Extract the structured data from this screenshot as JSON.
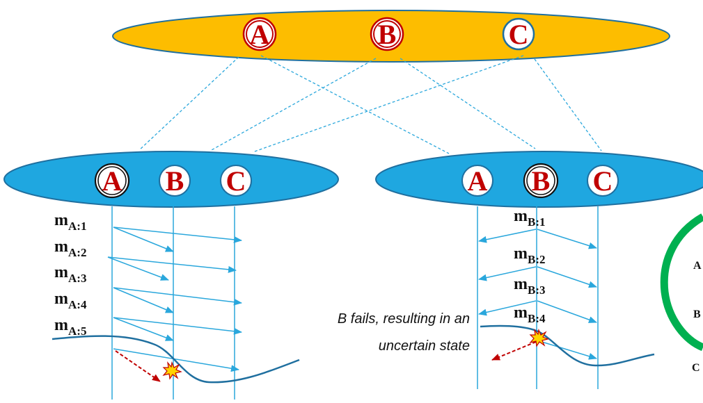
{
  "top_group": {
    "nodes": [
      "A",
      "B",
      "C"
    ],
    "fill_color": "#fdbd00",
    "crashed_style": "double-red-circle",
    "normal_style": "single-blue-circle"
  },
  "left_group": {
    "nodes": [
      "A",
      "B",
      "C"
    ],
    "sender": "A",
    "fill_color": "#1fa7e0",
    "messages": [
      {
        "base": "m",
        "sub": "A:1"
      },
      {
        "base": "m",
        "sub": "A:2"
      },
      {
        "base": "m",
        "sub": "A:3"
      },
      {
        "base": "m",
        "sub": "A:4"
      },
      {
        "base": "m",
        "sub": "A:5"
      }
    ]
  },
  "right_group": {
    "nodes": [
      "A",
      "B",
      "C"
    ],
    "sender": "B",
    "fill_color": "#1fa7e0",
    "messages": [
      {
        "base": "m",
        "sub": "B:1"
      },
      {
        "base": "m",
        "sub": "B:2"
      },
      {
        "base": "m",
        "sub": "B:3"
      },
      {
        "base": "m",
        "sub": "B:4"
      }
    ]
  },
  "annotation": {
    "line1": "B fails, resulting in an",
    "line2": "uncertain state"
  },
  "right_partial": {
    "labels": [
      "A",
      "B",
      "C"
    ],
    "arc_color": "#00b050"
  },
  "colors": {
    "link_line": "#2aa7dc",
    "arrow": "#2aa7dc",
    "boundary_curve": "#1f6f9f",
    "dashed_arrow": "#c00000",
    "letter": "#c00000"
  }
}
